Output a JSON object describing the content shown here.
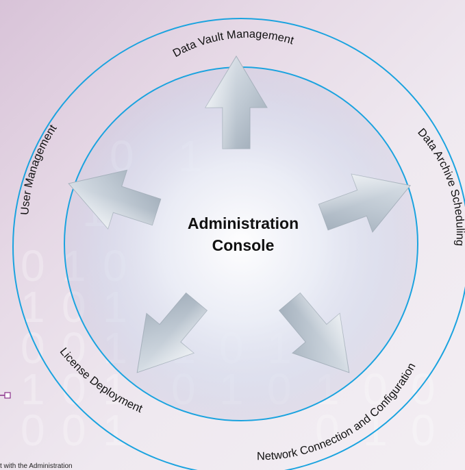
{
  "center": {
    "line1": "Administration",
    "line2": "Console"
  },
  "ring_labels": [
    "Data Vault Management",
    "Data Archive Scheduling",
    "Network Connection and Configuration",
    "License Deployment",
    "User Management"
  ],
  "caption": "t with the Administration",
  "colors": {
    "ring": "#1aa3df",
    "arrow": "#b8c3ce",
    "background": "#e6d9e6"
  }
}
